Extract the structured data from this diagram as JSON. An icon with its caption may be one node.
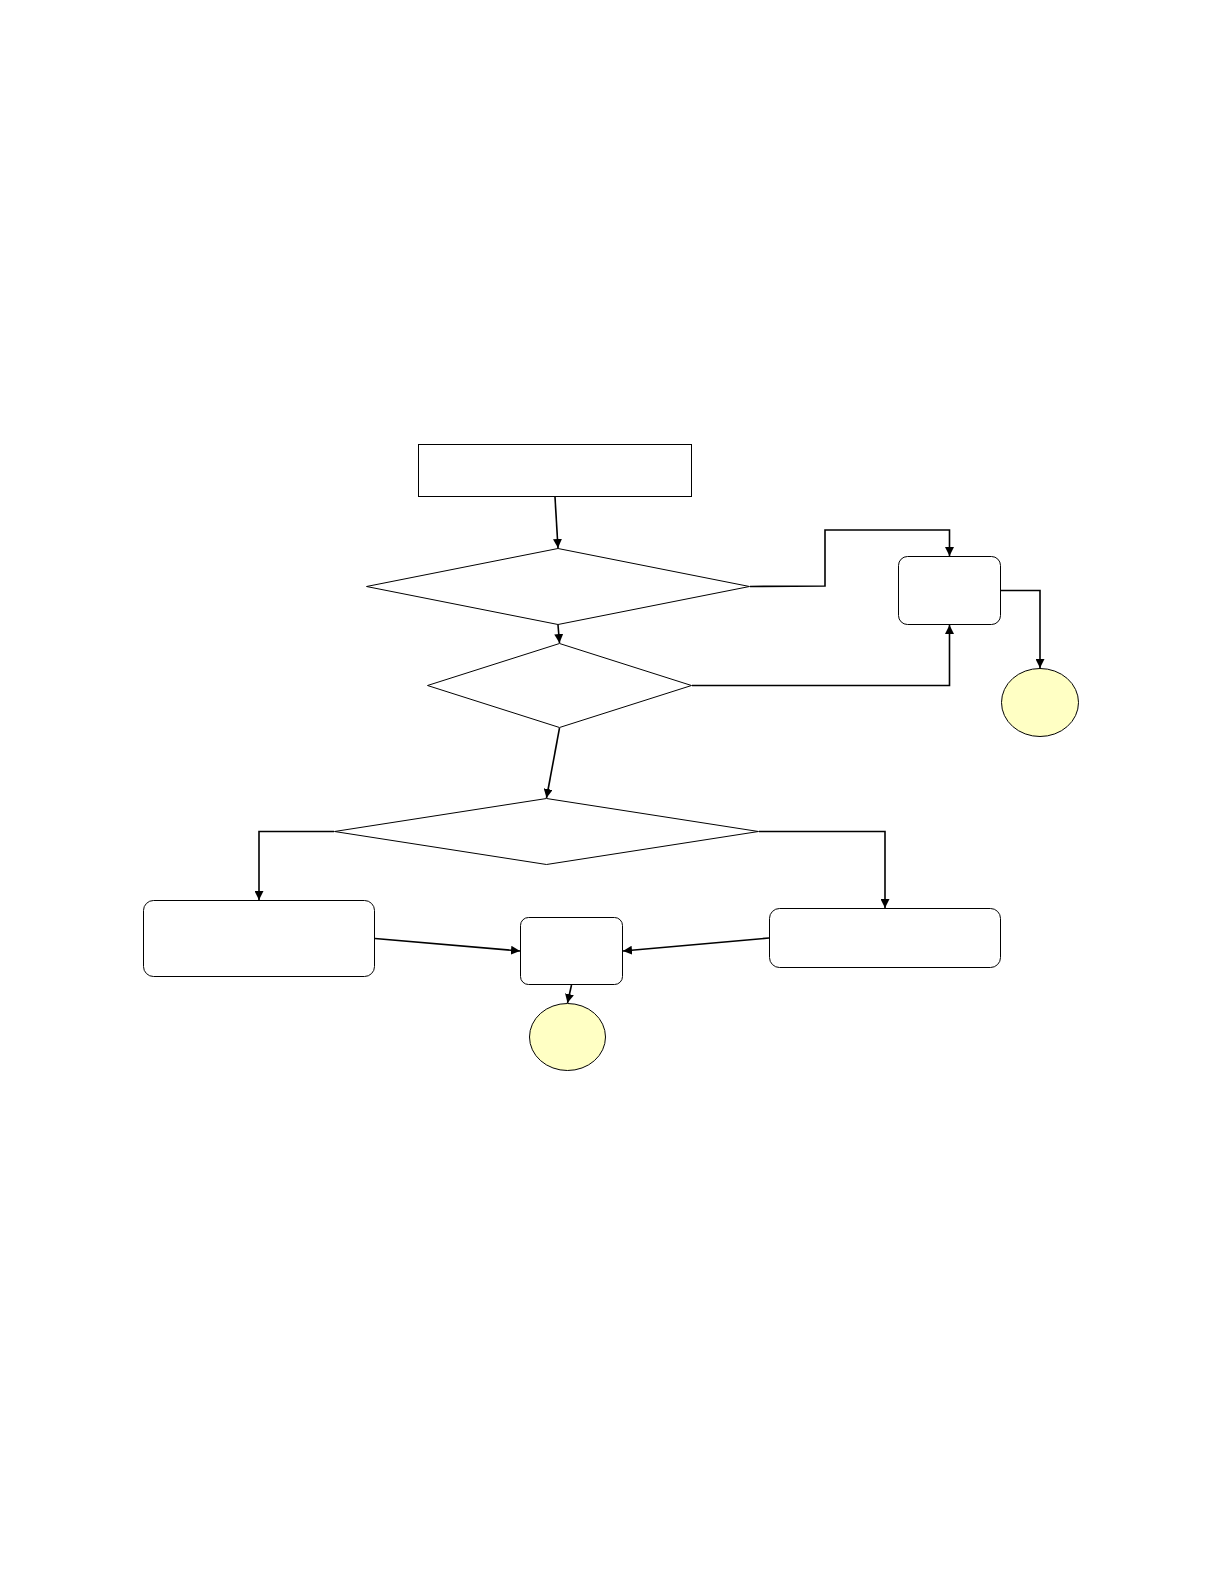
{
  "diagram": {
    "nodes": [
      {
        "text": [],
        "shape": "box"
      },
      {
        "text": [],
        "shape": "diamond"
      },
      {
        "text": [],
        "shape": "box"
      },
      {
        "text": [],
        "shape": "diamond"
      },
      {
        "text": [],
        "shape": "circle"
      },
      {
        "text": [],
        "shape": "diamond"
      },
      {
        "text": [],
        "shape": "box"
      },
      {
        "text": [],
        "shape": "box"
      },
      {
        "text": [],
        "shape": "box"
      },
      {
        "text": [],
        "shape": "circle"
      }
    ],
    "edges": [
      {
        "from": 0,
        "to": 1,
        "arrow": "to"
      },
      {
        "from": 1,
        "to": 2,
        "arrow": "to"
      },
      {
        "from": 1,
        "to": 3,
        "arrow": "to"
      },
      {
        "from": 3,
        "to": 2,
        "arrow": "to"
      },
      {
        "from": 2,
        "to": 4,
        "arrow": "to"
      },
      {
        "from": 3,
        "to": 5,
        "arrow": "to"
      },
      {
        "from": 5,
        "to": 6,
        "arrow": "to"
      },
      {
        "from": 5,
        "to": 7,
        "arrow": "to"
      },
      {
        "from": 6,
        "to": 8,
        "arrow": "to"
      },
      {
        "from": 7,
        "to": 8,
        "arrow": "to"
      },
      {
        "from": 8,
        "to": 9,
        "arrow": "to"
      }
    ]
  }
}
